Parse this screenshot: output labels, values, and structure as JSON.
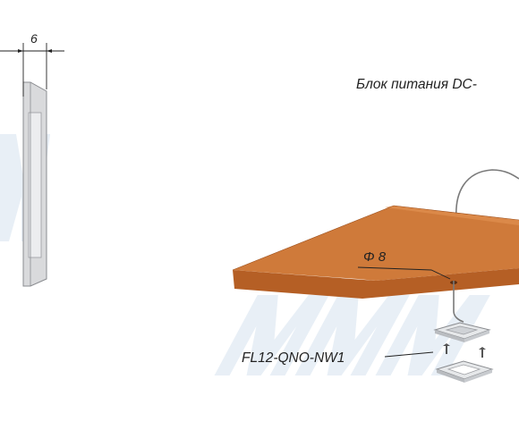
{
  "dimension": {
    "value": "6"
  },
  "labels": {
    "power_supply": "Блок питания DC-",
    "diameter": "Φ 8",
    "model": "FL12-QNO-NW1"
  },
  "colors": {
    "shelf_top": "#cf7a3a",
    "shelf_front": "#b55f25",
    "profile": "#d9dadc",
    "watermark": "#e8eff6"
  }
}
